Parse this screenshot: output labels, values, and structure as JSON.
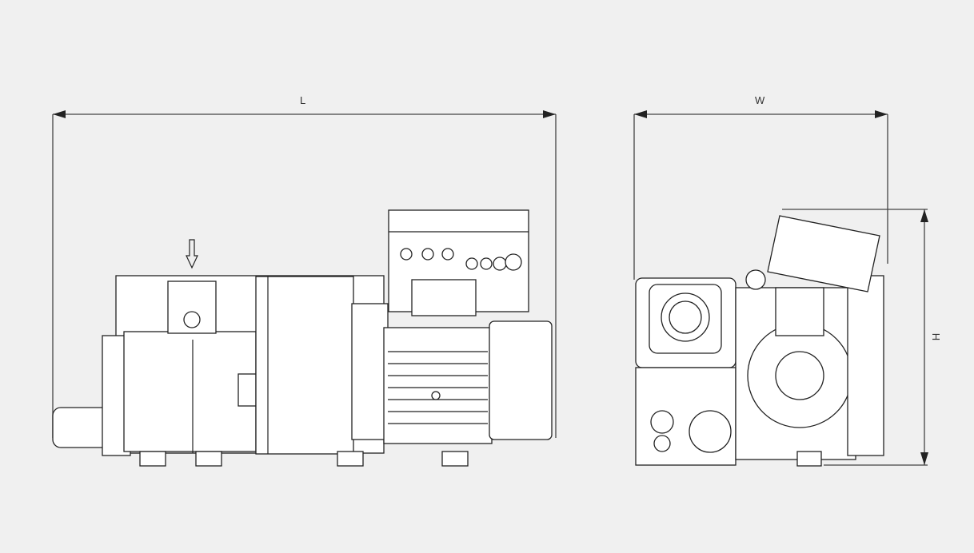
{
  "dimensions": {
    "length_label": "L",
    "width_label": "W",
    "height_label": "H"
  },
  "colors": {
    "background": "#f0f0f0",
    "line": "#222222"
  }
}
